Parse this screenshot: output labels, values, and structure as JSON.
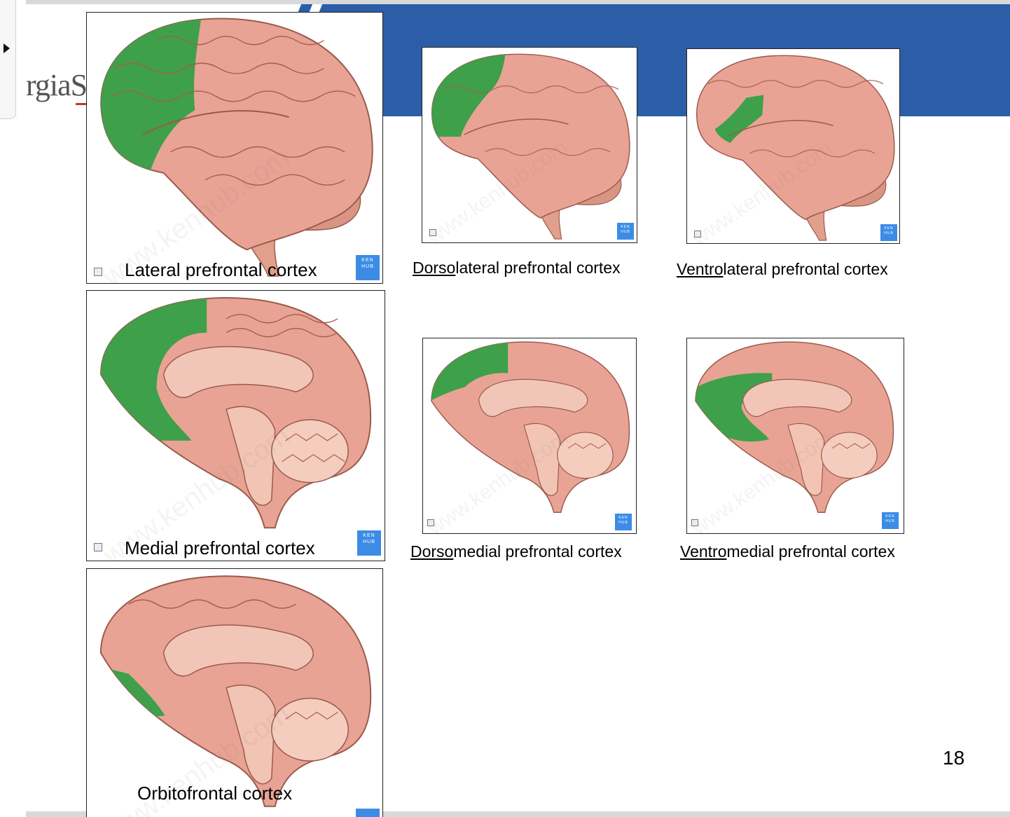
{
  "logo": {
    "text": "rgiaS"
  },
  "panels": {
    "lateral": {
      "label": "Lateral prefrontal cortex",
      "badge": "KEN HUB"
    },
    "medial": {
      "label": "Medial prefrontal cortex",
      "badge": "KEN HUB"
    },
    "orbitofrontal": {
      "label": "Orbitofrontal cortex"
    },
    "dorsolateral": {
      "badge": "KEN HUB"
    },
    "ventrolateral": {
      "badge": "KEN HUB"
    },
    "dorsomedial": {
      "badge": "KEN HUB"
    },
    "ventromedial": {
      "badge": "KEN HUB"
    }
  },
  "captions": {
    "dorsolateral": {
      "prefix": "Dorso",
      "rest": "lateral prefrontal cortex"
    },
    "ventrolateral": {
      "prefix": "Ventro",
      "rest": "lateral prefrontal cortex"
    },
    "dorsomedial": {
      "prefix": "Dorso",
      "rest": "medial prefrontal cortex"
    },
    "ventromedial": {
      "prefix": "Ventro",
      "rest": "medial prefrontal cortex"
    }
  },
  "watermark": "www.kenhub.com",
  "page_number": "18",
  "colors": {
    "highlight": "#3ea04a",
    "brain": "#e8a394",
    "banner": "#2b5ea7",
    "badge": "#3c8ce6"
  }
}
